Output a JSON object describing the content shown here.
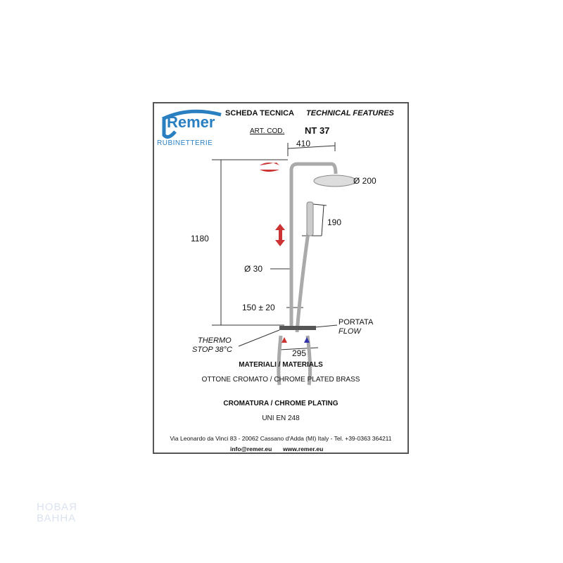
{
  "brand": {
    "logo": "Remer",
    "sub": "RUBINETTERIE"
  },
  "header": {
    "title_it": "SCHEDA TECNICA",
    "title_en": "TECHNICAL FEATURES",
    "art_label": "ART. COD.",
    "art_code": "NT 37"
  },
  "dims": {
    "width": "410",
    "head_diam": "Ø 200",
    "height": "1180",
    "hand": "190",
    "bar_diam": "Ø 30",
    "spacing": "150 ± 20",
    "flow_it": "PORTATA",
    "flow_en": "FLOW",
    "thermo1": "THERMO",
    "thermo2": "STOP 38°C",
    "valve": "295"
  },
  "materials": {
    "heading": "MATERIALI / MATERIALS",
    "value": "OTTONE CROMATO / CHROME PLATED BRASS",
    "plating_heading": "CROMATURA / CHROME PLATING",
    "plating_value": "UNI EN 248"
  },
  "footer": {
    "address": "Via Leonardo da Vinci 83 - 20062 Cassano d'Adda (MI) Italy - Tel. +39-0363 364211",
    "email": "info@remer.eu",
    "web": "www.remer.eu"
  },
  "watermark": {
    "line1": "НОВАЯ",
    "line2": "ВАННА"
  }
}
